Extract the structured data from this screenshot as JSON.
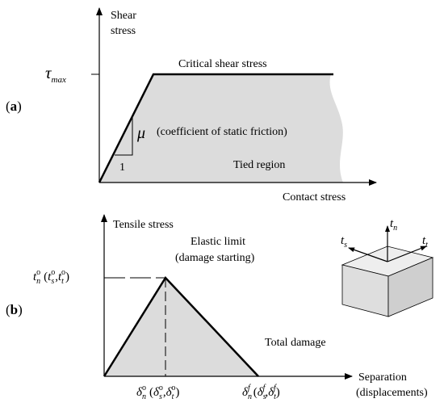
{
  "panel_a": {
    "tag_open": "(",
    "tag_letter": "a",
    "tag_close": ")",
    "y_axis_label_line1": "Shear",
    "y_axis_label_line2": "stress",
    "x_axis_label": "Contact stress",
    "tau_symbol": "τ",
    "tau_subscript": "max",
    "plateau_label": "Critical shear stress",
    "mu_symbol": "μ",
    "mu_label": "(coefficient of static friction)",
    "slope_run": "1",
    "region_label": "Tied region"
  },
  "panel_b": {
    "tag_open": "(",
    "tag_letter": "b",
    "tag_close": ")",
    "y_axis_label": "Tensile stress",
    "x_axis_label_line1": "Separation",
    "x_axis_label_line2": "(displacements)",
    "peak_label_line1": "Elastic limit",
    "peak_label_line2": "(damage starting)",
    "end_label": "Total damage",
    "peak_stress": {
      "t": "t",
      "n": "n",
      "o": "o",
      "open": "(",
      "s": "s",
      "comma": ",",
      "tt": "t",
      "close": ")"
    },
    "delta_o": {
      "d": "δ",
      "n": "n",
      "o": "o",
      "open": "(",
      "s": "s",
      "comma": ",",
      "t": "t",
      "close": ")"
    },
    "delta_f": {
      "d": "δ",
      "n": "n",
      "f": "f",
      "open": "(",
      "s": "s",
      "comma": ",",
      "t": "t",
      "close": ")"
    },
    "cube_axes": {
      "n": "n",
      "s": "s",
      "t": "t",
      "letter": "t"
    }
  },
  "colors": {
    "fill": "#dcdcdc",
    "line": "#000000",
    "cube_top": "#eeeeee",
    "cube_front": "#dedede",
    "cube_side": "#cfcfcf"
  }
}
